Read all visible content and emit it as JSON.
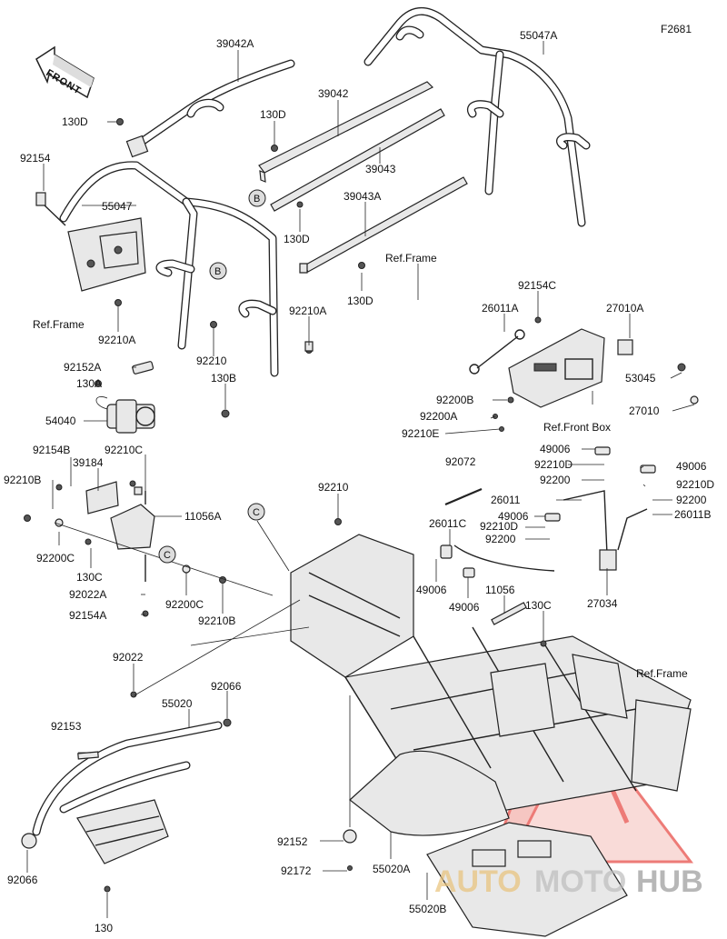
{
  "code": "F2681",
  "front_arrow": "FRONT",
  "callouts": {
    "b": "B",
    "c": "C"
  },
  "refs": {
    "frame_top": "Ref.Frame",
    "frame_left": "Ref.Frame",
    "frame_right": "Ref.Frame",
    "front_box": "Ref.Front Box"
  },
  "labels": {
    "p39042A": "39042A",
    "p55047A": "55047A",
    "p130D_a": "130D",
    "p130D_b": "130D",
    "p39042": "39042",
    "p92154": "92154",
    "p39043": "39043",
    "p55047": "55047",
    "p39043A": "39043A",
    "p130D_c": "130D",
    "p130D_d": "130D",
    "p92154C": "92154C",
    "p26011A": "26011A",
    "p27010A": "27010A",
    "p92210A_a": "92210A",
    "p92210A_b": "92210A",
    "p92210": "92210",
    "p92152A": "92152A",
    "p53045": "53045",
    "p130A": "130A",
    "p130B": "130B",
    "p92200B": "92200B",
    "p27010": "27010",
    "p92200A": "92200A",
    "p54040": "54040",
    "p92210E": "92210E",
    "p92154B": "92154B",
    "p92210C": "92210C",
    "p49006_a": "49006",
    "p39184": "39184",
    "p92210D_a": "92210D",
    "p49006_b": "49006",
    "p92072": "92072",
    "p92210B_a": "92210B",
    "p92200_a": "92200",
    "p92210D_b": "92210D",
    "p11056A": "11056A",
    "p92210_b": "92210",
    "p26011": "26011",
    "p92200_b": "92200",
    "p26011B": "26011B",
    "p49006_c": "49006",
    "p26011C": "26011C",
    "p92210D_c": "92210D",
    "p92200C_a": "92200C",
    "p92200_c": "92200",
    "p130C_a": "130C",
    "p49006_d": "49006",
    "p92022A": "92022A",
    "p92200C_b": "92200C",
    "p49006_e": "49006",
    "p11056": "11056",
    "p27034": "27034",
    "p92154A": "92154A",
    "p92210B_b": "92210B",
    "p130C_b": "130C",
    "p92022": "92022",
    "p92066_a": "92066",
    "p55020": "55020",
    "p92153": "92153",
    "p92152": "92152",
    "p92066_b": "92066",
    "p92172": "92172",
    "p55020A": "55020A",
    "p55020B": "55020B",
    "p130": "130"
  },
  "watermark": {
    "left": "AUTO",
    "mid": "MOTO",
    "right": "HUB"
  },
  "colors": {
    "watermark_red": "#e8504a",
    "watermark_gray": "#bdbdbd",
    "watermark_gold": "#e9c27a"
  }
}
